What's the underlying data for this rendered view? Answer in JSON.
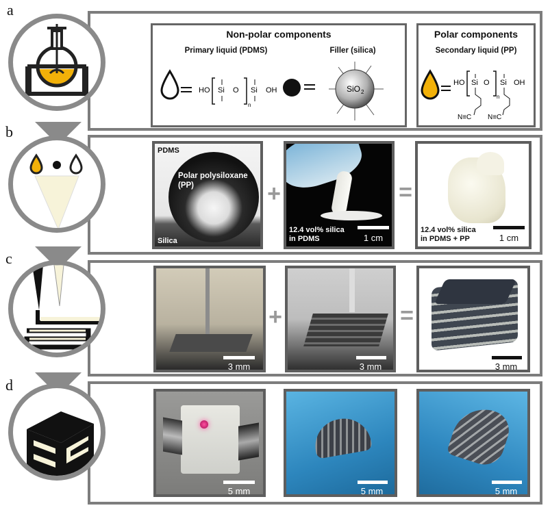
{
  "panels": [
    "a",
    "b",
    "c",
    "d"
  ],
  "a": {
    "nonpolar_title": "Non-polar components",
    "polar_title": "Polar components",
    "primary_label": "Primary liquid (PDMS)",
    "filler_label": "Filler (silica)",
    "secondary_label": "Secondary liquid (PP)",
    "ho": "HO",
    "si": "Si",
    "o": "O",
    "oh": "OH",
    "n": "n",
    "sio2": "SiO",
    "sio2_sub": "2",
    "nitrile": "N≡C"
  },
  "b": {
    "photo1_top": "PDMS",
    "photo1_mid": "Polar polysiloxane (PP)",
    "photo1_bottom": "Silica",
    "photo2_label_1": "12.4 vol% silica",
    "photo2_label_2": "in PDMS",
    "photo3_label_1": "12.4 vol% silica",
    "photo3_label_2": "in PDMS + PP",
    "scale_1": "1 cm",
    "scale_2": "1 cm"
  },
  "c": {
    "scale_1": "3 mm",
    "scale_2": "3 mm",
    "scale_3": "3 mm"
  },
  "d": {
    "scale_1": "5 mm",
    "scale_2": "5 mm",
    "scale_3": "5 mm"
  },
  "operators": {
    "plus": "+",
    "equals": "="
  },
  "colors": {
    "frame": "#7d7d7d",
    "accent": "#f2b109",
    "cream": "#f7f3d9",
    "glove": "#4aa8d6"
  }
}
